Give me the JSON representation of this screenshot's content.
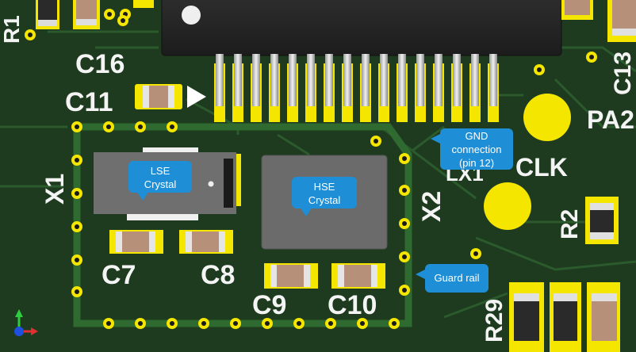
{
  "silkscreen": {
    "c16": "C16",
    "c11": "C11",
    "x1": "X1",
    "x2": "X2",
    "c7": "C7",
    "c8": "C8",
    "c9": "C9",
    "c10": "C10",
    "clk": "CLK",
    "pa2": "PA2",
    "c13": "C13",
    "r2": "R2",
    "r29": "R29",
    "lx1": "LX1",
    "r1_partial": "R1"
  },
  "callouts": {
    "lse_line1": "LSE",
    "lse_line2": "Crystal",
    "hse_line1": "HSE",
    "hse_line2": "Crystal",
    "gnd_line1": "GND",
    "gnd_line2": "connection",
    "gnd_line3": "(pin 12)",
    "guard": "Guard rail"
  },
  "colors": {
    "board": "#1e3b1f",
    "pad": "#f5e600",
    "silkscreen": "#f4f4f4",
    "callout": "#1e8fd6",
    "ic_body": "#2a2a2a",
    "crystal": "#6f6f6f"
  },
  "icons": [
    "axis-gizmo-icon",
    "arrow-right-icon"
  ]
}
